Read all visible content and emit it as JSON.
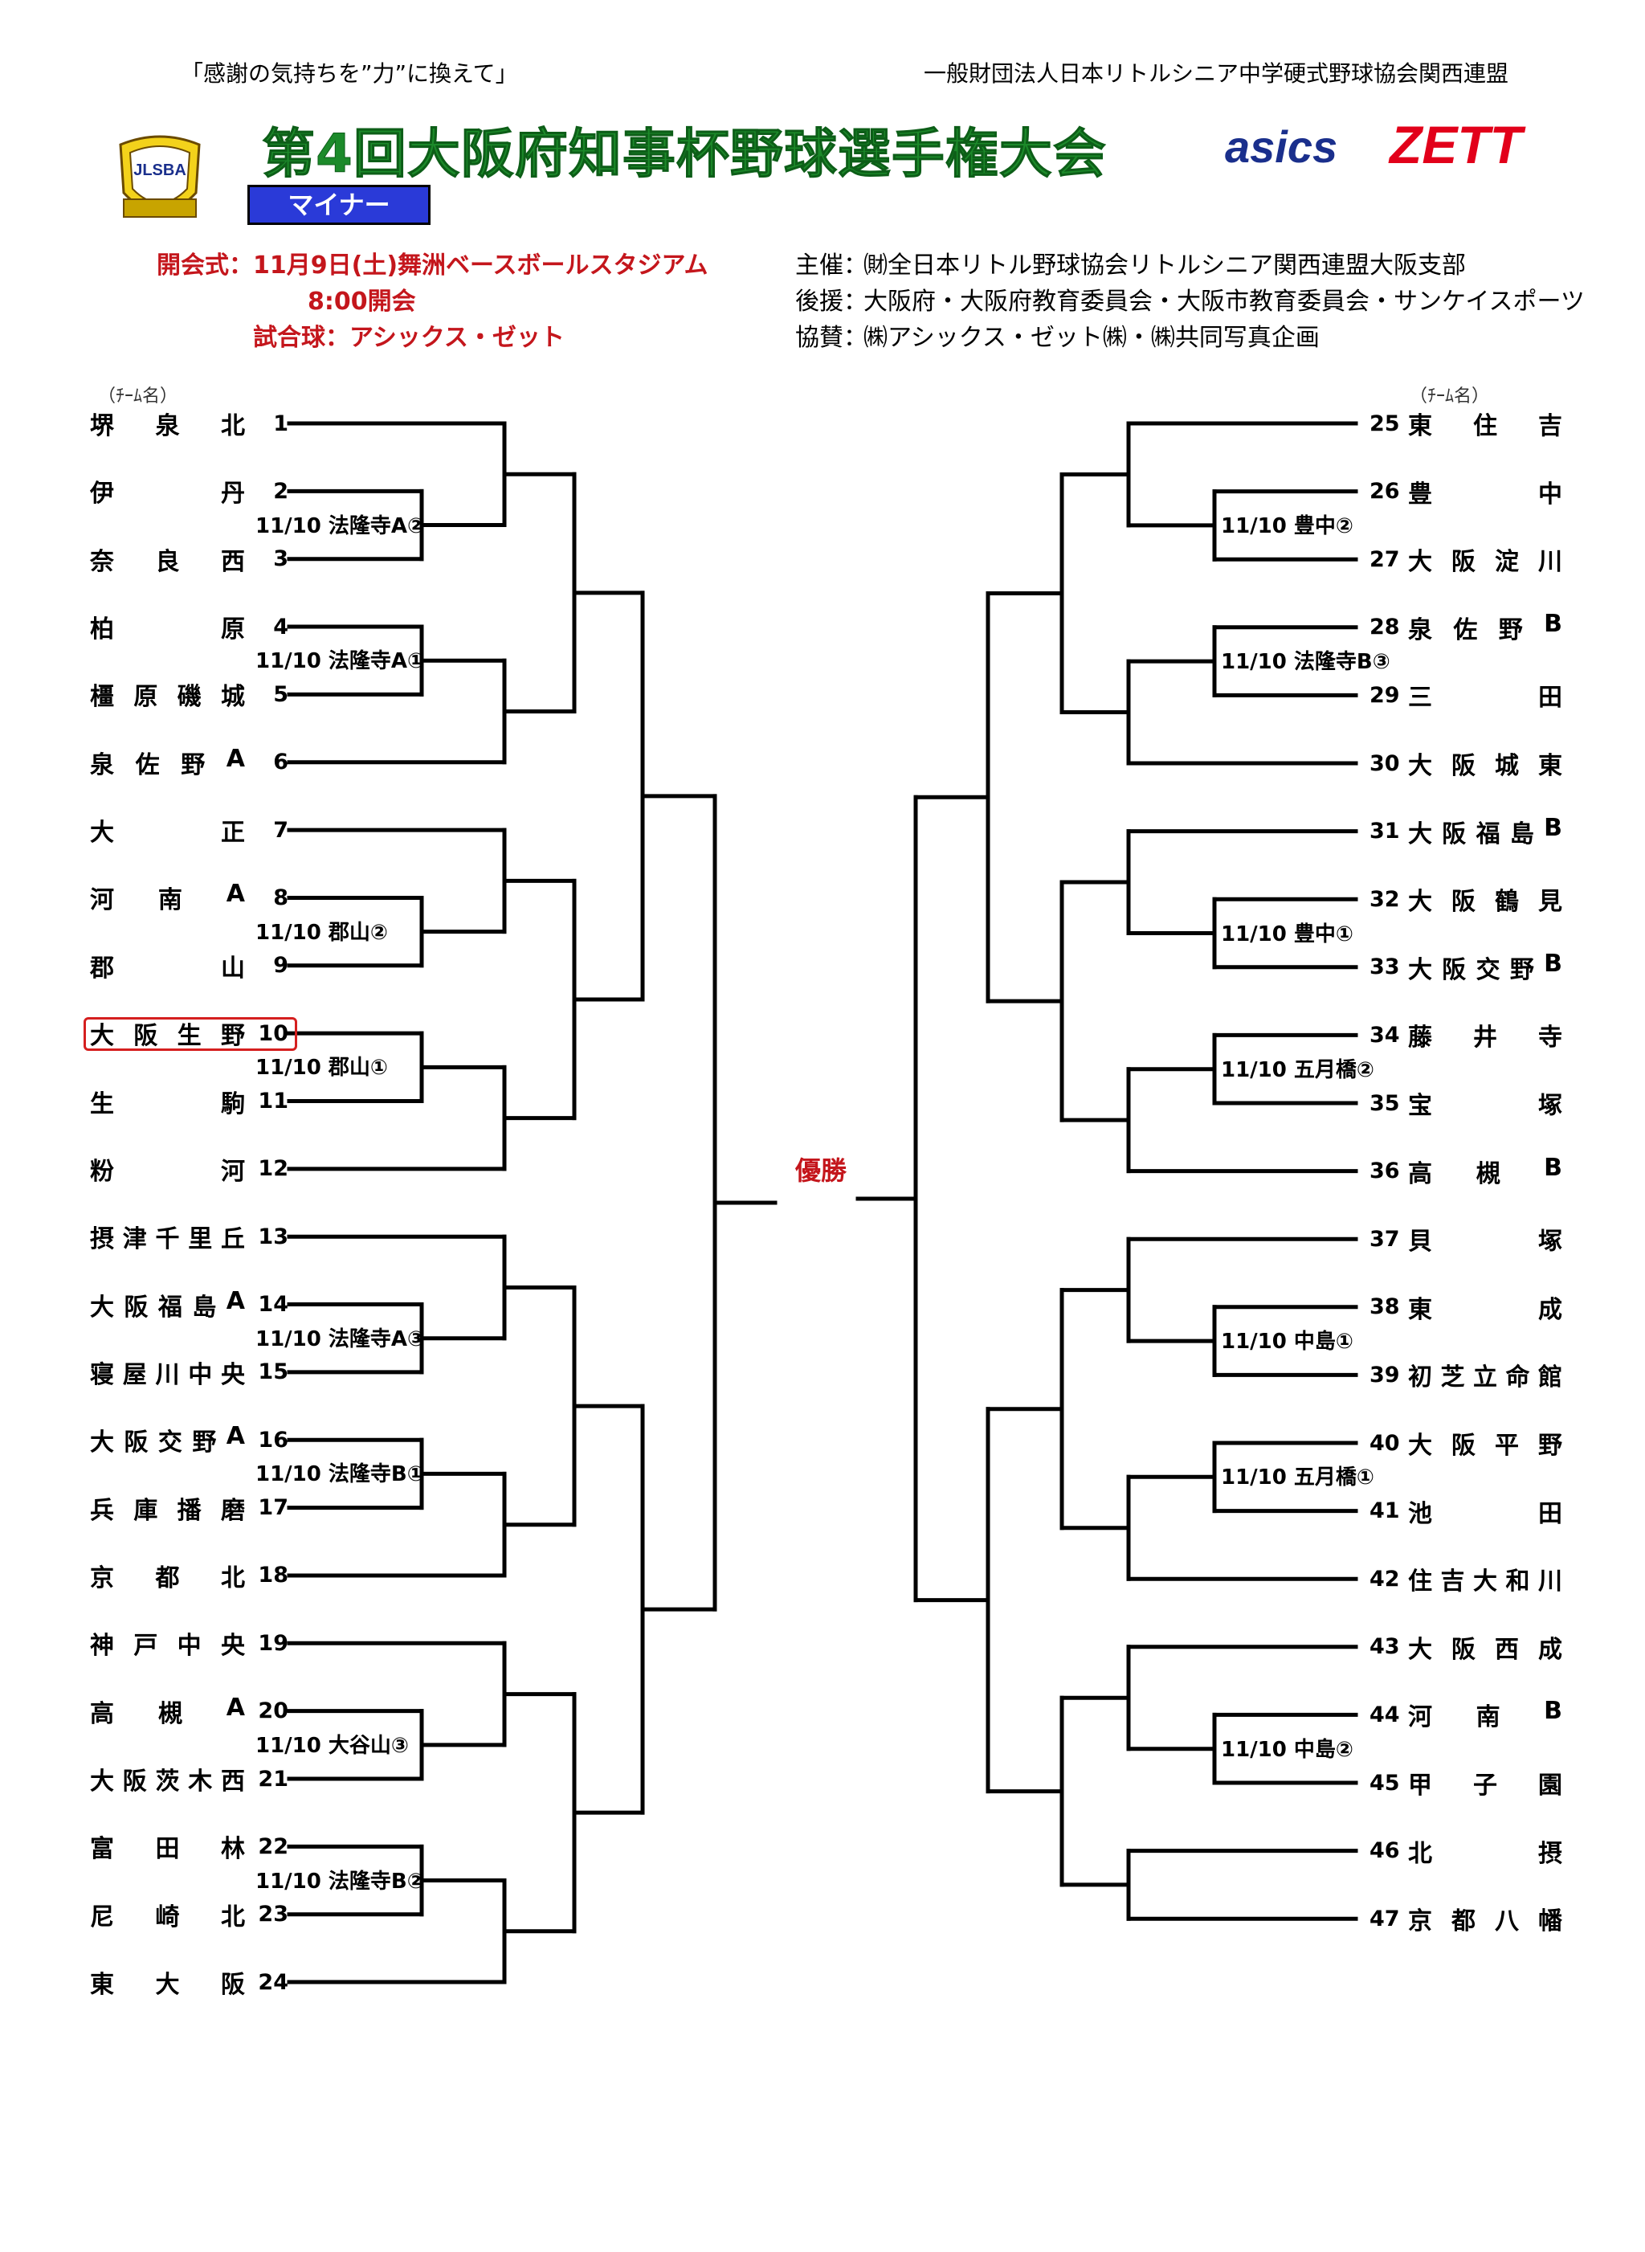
{
  "header": {
    "slogan": "「感謝の気持ちを”力”に換えて」",
    "organization": "一般財団法人日本リトルシニア中学硬式野球協会関西連盟",
    "title": "第4回大阪府知事杯野球選手権大会",
    "division_badge": "マイナー",
    "sponsor_logos": [
      "asics",
      "ZETT"
    ],
    "league_emblem": "JLSBA"
  },
  "ceremony": {
    "opening": "開会式：11月9日(土)舞洲ベースボールスタジアム",
    "time": "8:00開会",
    "ball": "試合球：アシックス・ゼット"
  },
  "organizers": {
    "host_label": "主催：",
    "host": "㈶全日本リトル野球協会リトルシニア関西連盟大阪支部",
    "support_label": "後援：",
    "support": "大阪府・大阪府教育委員会・大阪市教育委員会・サンケイスポーツ",
    "cosponsor_label": "協賛：",
    "cosponsor": "㈱アシックス・ゼット㈱・㈱共同写真企画"
  },
  "bracket": {
    "column_header_left": "（ﾁｰﾑ名）",
    "column_header_right": "（ﾁｰﾑ名）",
    "champion_label": "優勝",
    "highlight_team": 10,
    "left_teams": [
      {
        "num": "1",
        "name": "堺泉北"
      },
      {
        "num": "2",
        "name": "伊丹"
      },
      {
        "num": "3",
        "name": "奈良西"
      },
      {
        "num": "4",
        "name": "柏原"
      },
      {
        "num": "5",
        "name": "橿原磯城"
      },
      {
        "num": "6",
        "name": "泉佐野A"
      },
      {
        "num": "7",
        "name": "大正"
      },
      {
        "num": "8",
        "name": "河南A"
      },
      {
        "num": "9",
        "name": "郡山"
      },
      {
        "num": "10",
        "name": "大阪生野"
      },
      {
        "num": "11",
        "name": "生駒"
      },
      {
        "num": "12",
        "name": "粉河"
      },
      {
        "num": "13",
        "name": "摂津千里丘"
      },
      {
        "num": "14",
        "name": "大阪福島A"
      },
      {
        "num": "15",
        "name": "寝屋川中央"
      },
      {
        "num": "16",
        "name": "大阪交野A"
      },
      {
        "num": "17",
        "name": "兵庫播磨"
      },
      {
        "num": "18",
        "name": "京都北"
      },
      {
        "num": "19",
        "name": "神戸中央"
      },
      {
        "num": "20",
        "name": "高槻A"
      },
      {
        "num": "21",
        "name": "大阪茨木西"
      },
      {
        "num": "22",
        "name": "富田林"
      },
      {
        "num": "23",
        "name": "尼崎北"
      },
      {
        "num": "24",
        "name": "東大阪"
      }
    ],
    "right_teams": [
      {
        "num": "25",
        "name": "東住吉"
      },
      {
        "num": "26",
        "name": "豊中"
      },
      {
        "num": "27",
        "name": "大阪淀川"
      },
      {
        "num": "28",
        "name": "泉佐野B"
      },
      {
        "num": "29",
        "name": "三田"
      },
      {
        "num": "30",
        "name": "大阪城東"
      },
      {
        "num": "31",
        "name": "大阪福島B"
      },
      {
        "num": "32",
        "name": "大阪鶴見"
      },
      {
        "num": "33",
        "name": "大阪交野B"
      },
      {
        "num": "34",
        "name": "藤井寺"
      },
      {
        "num": "35",
        "name": "宝塚"
      },
      {
        "num": "36",
        "name": "高槻B"
      },
      {
        "num": "37",
        "name": "貝塚"
      },
      {
        "num": "38",
        "name": "東成"
      },
      {
        "num": "39",
        "name": "初芝立命館"
      },
      {
        "num": "40",
        "name": "大阪平野"
      },
      {
        "num": "41",
        "name": "池田"
      },
      {
        "num": "42",
        "name": "住吉大和川"
      },
      {
        "num": "43",
        "name": "大阪西成"
      },
      {
        "num": "44",
        "name": "河南B"
      },
      {
        "num": "45",
        "name": "甲子園"
      },
      {
        "num": "46",
        "name": "北摂"
      },
      {
        "num": "47",
        "name": "京都八幡"
      }
    ],
    "left_games": [
      "11/10 法隆寺A②",
      "11/10 法隆寺A①",
      "11/10 郡山②",
      "11/10 郡山①",
      "11/10 法隆寺A③",
      "11/10 法隆寺B①",
      "11/10 大谷山③",
      "11/10 法隆寺B②"
    ],
    "right_games": [
      "11/10 豊中②",
      "11/10 法隆寺B③",
      "11/10 豊中①",
      "11/10 五月橋②",
      "11/10 中島①",
      "11/10 五月橋①",
      "11/10 中島②"
    ]
  }
}
